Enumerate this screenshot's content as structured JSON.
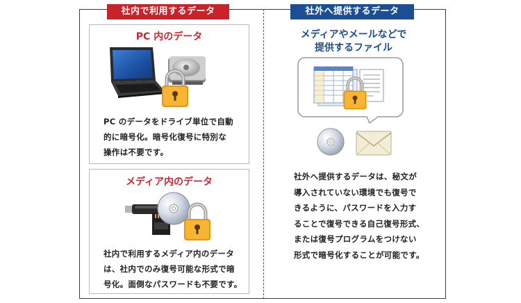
{
  "left_header": "社内で利用するデータ",
  "right_header": "社外へ提供するデータ",
  "pc_panel": {
    "title": "PC 内のデータ",
    "lines": [
      "PC のデータをドライブ単位で自動",
      "的に暗号化。暗号化復号に特別な",
      "操作は不要です。"
    ]
  },
  "media_panel": {
    "title": "メディア内のデータ",
    "lines": [
      "社内で利用するメディア内のデータ",
      "は、社内でのみ復号可能な形式で暗",
      "号化。面倒なパスワードも不要です。"
    ]
  },
  "external": {
    "title_lines": [
      "メディアやメールなどで",
      "提供するファイル"
    ],
    "lines": [
      "社外へ提供するデータは、秘文が",
      "導入されていない環境でも復号で",
      "きるように、パスワードを入力す",
      "ることで復号できる自己復号形式、",
      "または復号プログラムをつけない",
      "形式で暗号化することが可能です。"
    ]
  },
  "colors": {
    "red": "#c8222a",
    "blue": "#1b4e93",
    "lock_gold": "#f2a61c"
  },
  "icons": [
    "laptop-icon",
    "hard-drive-icon",
    "padlock-icon",
    "usb-drive-icon",
    "sd-card-icon",
    "cd-icon",
    "spreadsheet-icon",
    "document-icon",
    "envelope-icon",
    "speech-bubble-icon"
  ]
}
